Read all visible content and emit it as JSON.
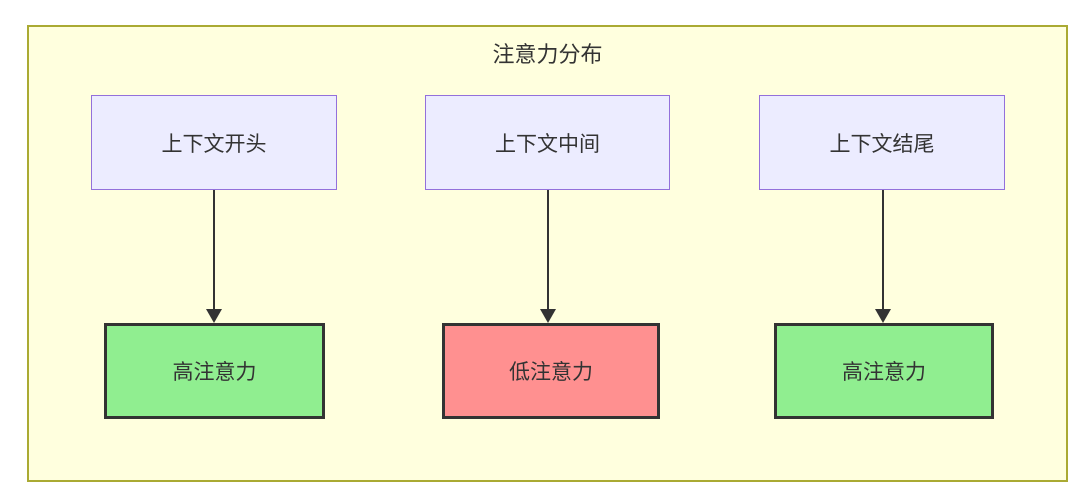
{
  "diagram": {
    "title": "注意力分布",
    "container": {
      "fill": "#ffffde",
      "border": "#aaaa33"
    },
    "edge_color": "#333333",
    "nodes": {
      "top": [
        {
          "id": "context-start",
          "label": "上下文开头",
          "fill": "#ECECFF",
          "border": "#9370DB"
        },
        {
          "id": "context-middle",
          "label": "上下文中间",
          "fill": "#ECECFF",
          "border": "#9370DB"
        },
        {
          "id": "context-end",
          "label": "上下文结尾",
          "fill": "#ECECFF",
          "border": "#9370DB"
        }
      ],
      "bottom": [
        {
          "id": "high-attention-left",
          "label": "高注意力",
          "fill": "#90EE90",
          "border": "#333333"
        },
        {
          "id": "low-attention",
          "label": "低注意力",
          "fill": "#FF9090",
          "border": "#333333"
        },
        {
          "id": "high-attention-right",
          "label": "高注意力",
          "fill": "#90EE90",
          "border": "#333333"
        }
      ]
    },
    "edges": [
      {
        "from": "上下文开头",
        "to": "高注意力"
      },
      {
        "from": "上下文中间",
        "to": "低注意力"
      },
      {
        "from": "上下文结尾",
        "to": "高注意力"
      }
    ]
  }
}
